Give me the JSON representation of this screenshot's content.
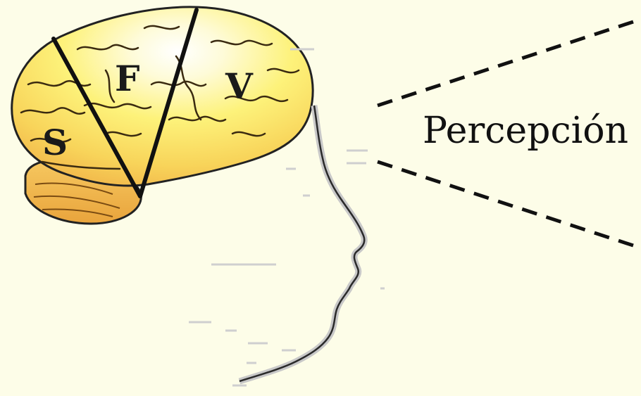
{
  "labels": {
    "s": "S",
    "f": "F",
    "v": "V"
  },
  "caption": "Percepción",
  "colors": {
    "background": "#fdfde8",
    "brain_light": "#fdf58a",
    "brain_dark": "#f0b84a",
    "outline": "#111111",
    "face_edge": "#b9b9b9"
  }
}
